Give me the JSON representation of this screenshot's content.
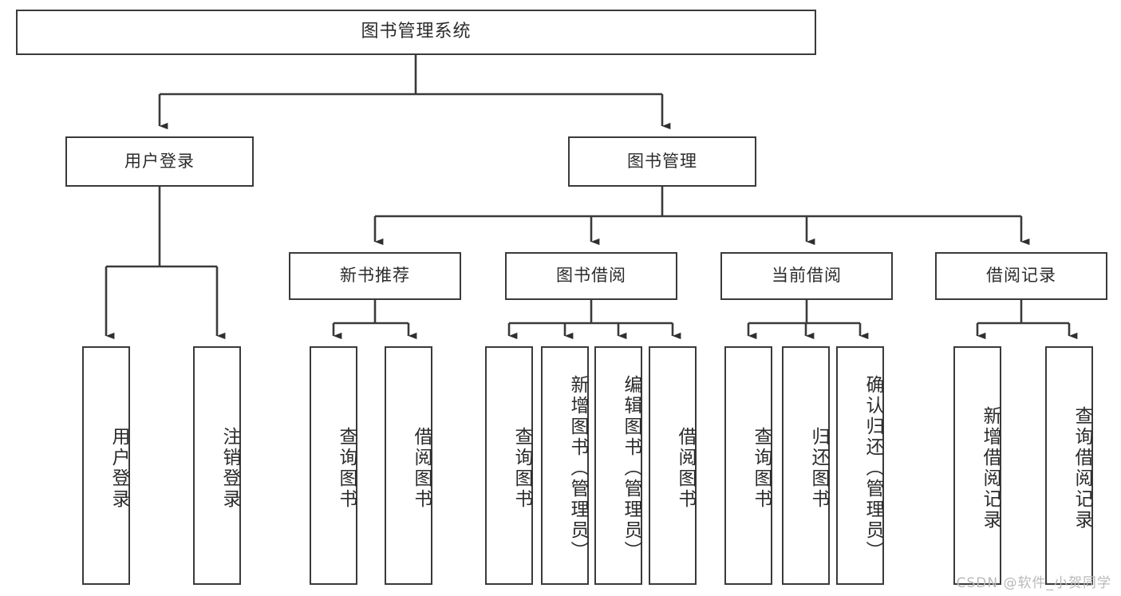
{
  "diagram": {
    "title": "图书管理系统",
    "watermark": "CSDN @软件_小贺同学",
    "colors": {
      "stroke": "#3a3a3a",
      "fill": "#ffffff",
      "text": "#2b2b2b",
      "watermark": "#b9b9b9",
      "background": "#ffffff"
    },
    "levels": {
      "root": "图书管理系统",
      "level2": [
        "用户登录",
        "图书管理"
      ],
      "level3": [
        "新书推荐",
        "图书借阅",
        "当前借阅",
        "借阅记录"
      ],
      "leaves": [
        "用户登录",
        "注销登录",
        "查询图书",
        "借阅图书",
        "查询图书",
        "新增图书（管理员）",
        "编辑图书（管理员）",
        "借阅图书",
        "查询图书",
        "归还图书",
        "确认归还（管理员）",
        "新增借阅记录",
        "查询借阅记录"
      ]
    },
    "nodes": {
      "root": {
        "label": "图书管理系统"
      },
      "user_login": {
        "label": "用户登录"
      },
      "book_manage": {
        "label": "图书管理"
      },
      "new_book_rec": {
        "label": "新书推荐"
      },
      "book_borrow": {
        "label": "图书借阅"
      },
      "current_borrow": {
        "label": "当前借阅"
      },
      "borrow_record": {
        "label": "借阅记录"
      },
      "leaf_user_login": {
        "label": "用户登录"
      },
      "leaf_logout": {
        "label": "注销登录"
      },
      "leaf_query_book_1": {
        "label": "查询图书"
      },
      "leaf_borrow_book_1": {
        "label": "借阅图书"
      },
      "leaf_query_book_2": {
        "label": "查询图书"
      },
      "leaf_add_book": {
        "label": "新增图书（管理员）"
      },
      "leaf_edit_book": {
        "label": "编辑图书（管理员）"
      },
      "leaf_borrow_book_2": {
        "label": "借阅图书"
      },
      "leaf_query_book_3": {
        "label": "查询图书"
      },
      "leaf_return_book": {
        "label": "归还图书"
      },
      "leaf_confirm_return": {
        "label": "确认归还（管理员）"
      },
      "leaf_add_record": {
        "label": "新增借阅记录"
      },
      "leaf_query_record": {
        "label": "查询借阅记录"
      }
    },
    "edges": [
      {
        "from": "root",
        "to": "user_login"
      },
      {
        "from": "root",
        "to": "book_manage"
      },
      {
        "from": "user_login",
        "to": "leaf_user_login"
      },
      {
        "from": "user_login",
        "to": "leaf_logout"
      },
      {
        "from": "book_manage",
        "to": "new_book_rec"
      },
      {
        "from": "book_manage",
        "to": "book_borrow"
      },
      {
        "from": "book_manage",
        "to": "current_borrow"
      },
      {
        "from": "book_manage",
        "to": "borrow_record"
      },
      {
        "from": "new_book_rec",
        "to": "leaf_query_book_1"
      },
      {
        "from": "new_book_rec",
        "to": "leaf_borrow_book_1"
      },
      {
        "from": "book_borrow",
        "to": "leaf_query_book_2"
      },
      {
        "from": "book_borrow",
        "to": "leaf_add_book"
      },
      {
        "from": "book_borrow",
        "to": "leaf_edit_book"
      },
      {
        "from": "book_borrow",
        "to": "leaf_borrow_book_2"
      },
      {
        "from": "current_borrow",
        "to": "leaf_query_book_3"
      },
      {
        "from": "current_borrow",
        "to": "leaf_return_book"
      },
      {
        "from": "current_borrow",
        "to": "leaf_confirm_return"
      },
      {
        "from": "borrow_record",
        "to": "leaf_add_record"
      },
      {
        "from": "borrow_record",
        "to": "leaf_query_record"
      }
    ]
  }
}
